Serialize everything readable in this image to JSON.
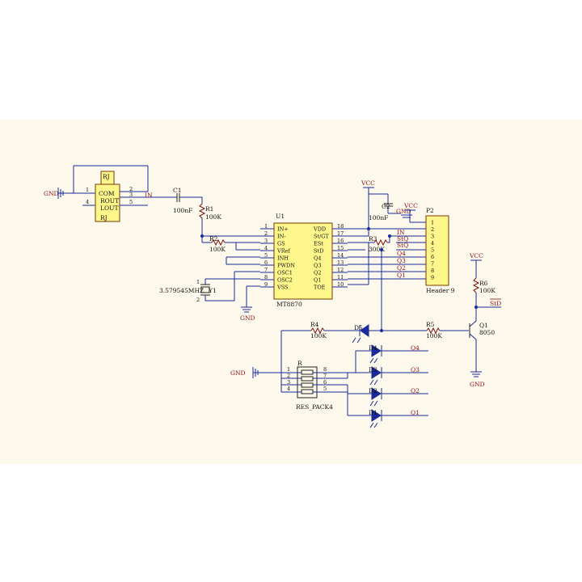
{
  "labels": {
    "gnd": "GND",
    "vcc": "VCC",
    "rj_ref": "RJ",
    "rj_com": "COM",
    "rj_rout": "ROUT",
    "rj_lout": "LOUT",
    "rj_name": "RJ",
    "net_in": "IN",
    "c1": "C1",
    "c1_val": "100nF",
    "r1": "R1",
    "r1_val": "100K",
    "r2": "R2",
    "r2_val": "100K",
    "u1": "U1",
    "u1_name": "MT8870",
    "c2": "C2",
    "c2_val": "100nF",
    "r3": "R3",
    "r3_val": "300K",
    "p2": "P2",
    "p2_name": "Header 9",
    "crystal": "3.579545MHZ",
    "y1": "Y1",
    "r4": "R4",
    "r4_val": "100K",
    "d5": "D5",
    "r5": "R5",
    "r5_val": "100K",
    "r6": "R6",
    "r6_val": "100K",
    "q1": "Q1",
    "q1_val": "8050",
    "std_bar": "StD",
    "d4": "D4",
    "d3": "D3",
    "d2": "D2",
    "d1": "D1",
    "q4": "Q4",
    "q3": "Q3",
    "q2": "Q2",
    "q1net": "Q1",
    "r_pack": "R",
    "res_pack": "RES_PACK4"
  },
  "u1_left_pins": [
    {
      "num": "1",
      "name": "IN+"
    },
    {
      "num": "2",
      "name": "IN-"
    },
    {
      "num": "3",
      "name": "GS"
    },
    {
      "num": "4",
      "name": "VRef"
    },
    {
      "num": "5",
      "name": "INH"
    },
    {
      "num": "6",
      "name": "PWDN"
    },
    {
      "num": "7",
      "name": "OSC1"
    },
    {
      "num": "8",
      "name": "OSC2"
    },
    {
      "num": "9",
      "name": "VSS"
    }
  ],
  "u1_right_pins": [
    {
      "num": "18",
      "name": "VDD"
    },
    {
      "num": "17",
      "name": "St/GT"
    },
    {
      "num": "16",
      "name": "ESt"
    },
    {
      "num": "15",
      "name": "StD"
    },
    {
      "num": "14",
      "name": "Q4"
    },
    {
      "num": "13",
      "name": "Q3"
    },
    {
      "num": "12",
      "name": "Q2"
    },
    {
      "num": "11",
      "name": "Q1"
    },
    {
      "num": "10",
      "name": "TOE"
    }
  ],
  "header_pins": [
    "1",
    "2",
    "3",
    "4",
    "5",
    "6",
    "7",
    "8",
    "9"
  ],
  "header_nets": [
    "IN",
    "StQ",
    "StQ",
    "Q4",
    "Q3",
    "Q2",
    "Q1"
  ],
  "rj_pins": [
    "1",
    "2",
    "3",
    "4",
    "5"
  ],
  "pack_pins_left": [
    "1",
    "2",
    "3",
    "4"
  ],
  "pack_pins_right": [
    "8",
    "7",
    "6",
    "5"
  ],
  "colors": {
    "wire": "#1a2a9a",
    "chip_fill": "#fff68c",
    "net_label": "#8a1010",
    "sheet": "#fdf8ec"
  }
}
